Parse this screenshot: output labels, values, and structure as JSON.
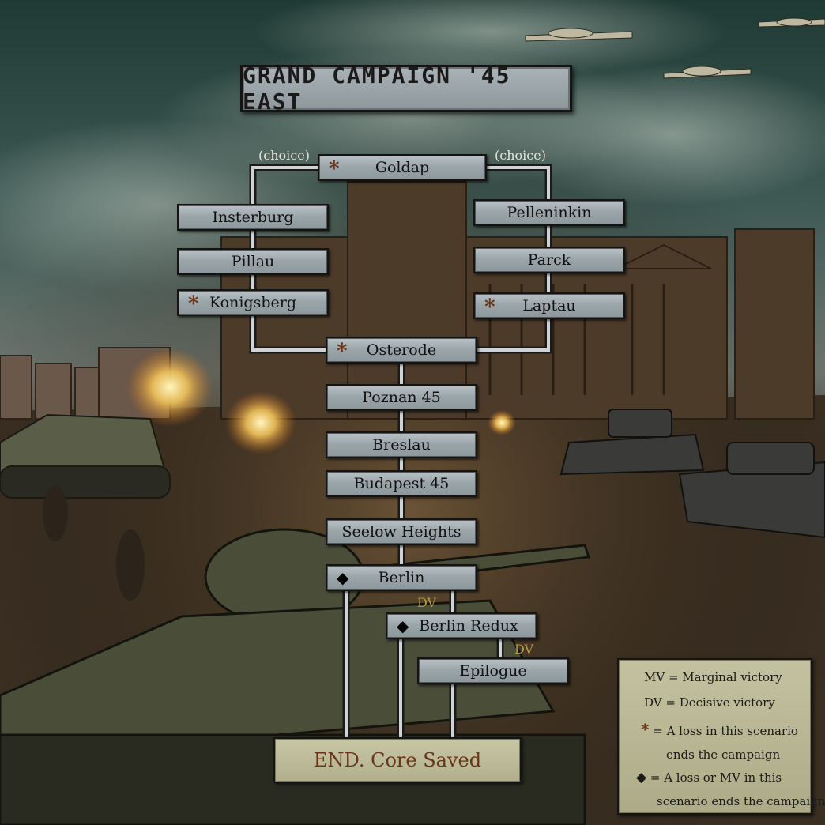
{
  "title": "GRAND CAMPAIGN '45 EAST",
  "choice_left": "(choice)",
  "choice_right": "(choice)",
  "scenarios": {
    "goldap": {
      "label": "Goldap",
      "marker": "asterisk"
    },
    "insterburg": {
      "label": "Insterburg",
      "marker": ""
    },
    "pillau": {
      "label": "Pillau",
      "marker": ""
    },
    "konigsberg": {
      "label": "Konigsberg",
      "marker": "asterisk"
    },
    "pelleninkin": {
      "label": "Pelleninkin",
      "marker": ""
    },
    "parck": {
      "label": "Parck",
      "marker": ""
    },
    "laptau": {
      "label": "Laptau",
      "marker": "asterisk"
    },
    "osterode": {
      "label": "Osterode",
      "marker": "asterisk"
    },
    "poznan": {
      "label": "Poznan 45",
      "marker": ""
    },
    "breslau": {
      "label": "Breslau",
      "marker": ""
    },
    "budapest": {
      "label": "Budapest 45",
      "marker": ""
    },
    "seelow": {
      "label": "Seelow Heights",
      "marker": ""
    },
    "berlin": {
      "label": "Berlin",
      "marker": "diamond"
    },
    "berlin_redux": {
      "label": "Berlin Redux",
      "marker": "diamond"
    },
    "epilogue": {
      "label": "Epilogue",
      "marker": ""
    }
  },
  "dv_label_1": "DV",
  "dv_label_2": "DV",
  "end": "END. Core Saved",
  "legend": {
    "mv": "MV =  Marginal victory",
    "dv": "DV = Decisive victory",
    "asterisk_line1": "=  A loss in this scenario",
    "asterisk_line2": "ends the campaign",
    "diamond_line1": "= A loss or MV in this",
    "diamond_line2": "scenario ends the campaign"
  },
  "glyphs": {
    "asterisk": "*",
    "diamond": "◆"
  },
  "colors": {
    "asterisk": "#6b3418",
    "dv": "#b59a42",
    "end_text": "#6b3418",
    "connector": "#cfd3d4"
  }
}
